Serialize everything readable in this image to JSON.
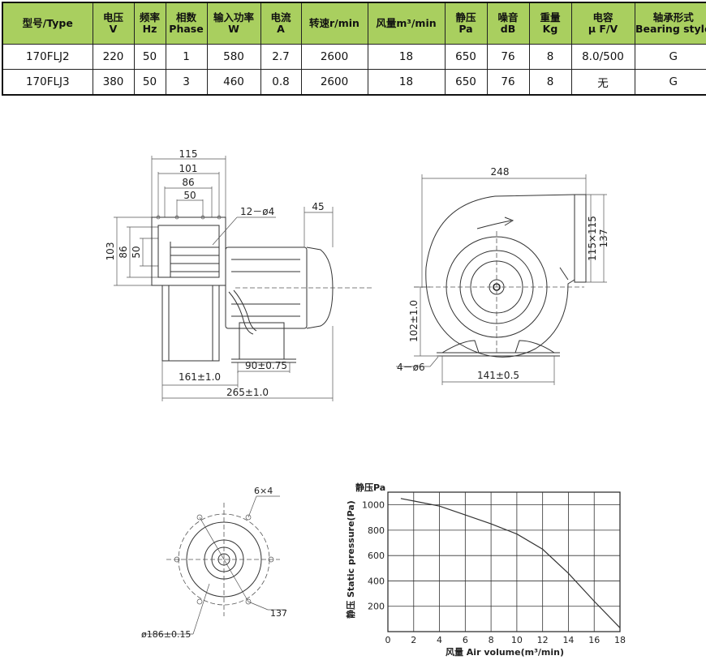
{
  "table": {
    "headers": [
      {
        "l1": "型号/Type",
        "l2": ""
      },
      {
        "l1": "电压",
        "l2": "V"
      },
      {
        "l1": "频率",
        "l2": "Hz"
      },
      {
        "l1": "相数",
        "l2": "Phase"
      },
      {
        "l1": "输入功率",
        "l2": "W"
      },
      {
        "l1": "电流",
        "l2": "A"
      },
      {
        "l1": "转速r/min",
        "l2": ""
      },
      {
        "l1": "风量m³/min",
        "l2": ""
      },
      {
        "l1": "静压",
        "l2": "Pa"
      },
      {
        "l1": "噪音",
        "l2": "dB"
      },
      {
        "l1": "重量",
        "l2": "Kg"
      },
      {
        "l1": "电容",
        "l2": "μ F/V"
      },
      {
        "l1": "轴承形式",
        "l2": "Bearing style"
      }
    ],
    "rows": [
      [
        "170FLJ2",
        "220",
        "50",
        "1",
        "580",
        "2.7",
        "2600",
        "18",
        "650",
        "76",
        "8",
        "8.0/500",
        "G"
      ],
      [
        "170FLJ3",
        "380",
        "50",
        "3",
        "460",
        "0.8",
        "2600",
        "18",
        "650",
        "76",
        "8",
        "无",
        "G"
      ]
    ]
  },
  "side_view": {
    "dims": {
      "w115": "115",
      "w101": "101",
      "w86": "86",
      "w50": "50",
      "h103": "103",
      "h86": "86",
      "h50": "50",
      "holes": "12－ø4",
      "d45": "45",
      "d90": "90±0.75",
      "d161": "161±1.0",
      "d265": "265±1.0"
    }
  },
  "front_view": {
    "dims": {
      "w248": "248",
      "s115": "115×115",
      "s137": "137",
      "h102": "102±1.0",
      "holes": "4－ø6",
      "d141": "141±0.5"
    }
  },
  "flange_view": {
    "dims": {
      "bolts": "6×4",
      "d137": "137",
      "d186": "ø186±0.15"
    }
  },
  "chart_data": {
    "type": "line",
    "title": "静压Pa",
    "xlabel": "风量  Air volume(m³/min)",
    "ylabel": "静压 Static pressure(Pa)",
    "xlim": [
      0,
      18
    ],
    "ylim": [
      0,
      1100
    ],
    "x_ticks": [
      0,
      2,
      4,
      6,
      8,
      10,
      12,
      14,
      16,
      18
    ],
    "y_ticks": [
      200,
      400,
      600,
      800,
      1000
    ],
    "grid": true,
    "series": [
      {
        "x": [
          1,
          2,
          4,
          6,
          8,
          10,
          12,
          14,
          16,
          18
        ],
        "y": [
          1050,
          1030,
          990,
          920,
          850,
          770,
          650,
          460,
          240,
          30
        ]
      }
    ]
  }
}
